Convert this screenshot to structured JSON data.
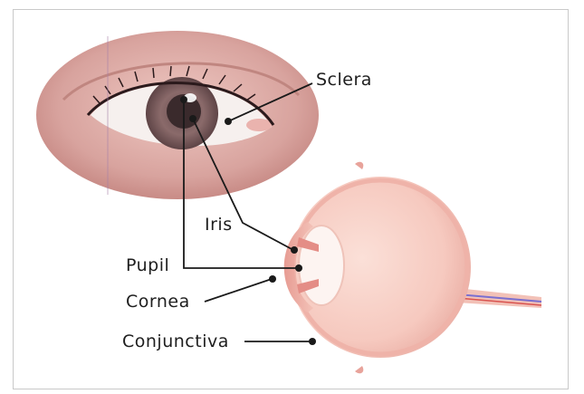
{
  "labels": {
    "sclera": "Sclera",
    "iris": "Iris",
    "pupil": "Pupil",
    "cornea": "Cornea",
    "conjunctiva": "Conjunctiva"
  },
  "colors": {
    "skin": "#d8a39e",
    "skin_dark": "#c2827d",
    "sclera": "#f6f0ee",
    "iris": "#8a6a6a",
    "pupil": "#3a2a2c",
    "eyeball": "#f6c9bf",
    "leader_line": "#1a1a1a",
    "nerve": "#7a6fd0"
  }
}
